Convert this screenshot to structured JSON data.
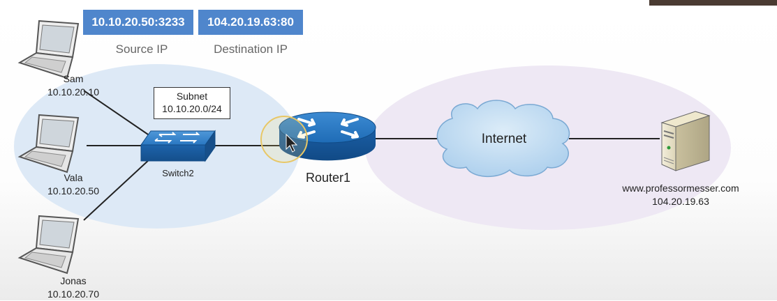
{
  "header": {
    "source_value": "10.10.20.50:3233",
    "source_caption": "Source IP",
    "destination_value": "104.20.19.63:80",
    "destination_caption": "Destination IP"
  },
  "subnet": {
    "title": "Subnet",
    "value": "10.10.20.0/24"
  },
  "hosts": [
    {
      "name": "Sam",
      "ip": "10.10.20.10"
    },
    {
      "name": "Vala",
      "ip": "10.10.20.50"
    },
    {
      "name": "Jonas",
      "ip": "10.10.20.70"
    }
  ],
  "switch": {
    "label": "Switch2"
  },
  "router": {
    "label": "Router1"
  },
  "cloud": {
    "label": "Internet"
  },
  "server": {
    "hostname": "www.professormesser.com",
    "ip": "104.20.19.63"
  },
  "colors": {
    "header_box": "#4f86cc",
    "lan_zone": "#dde9f6",
    "wan_zone": "#eee8f4",
    "device_blue": "#1f6fb8",
    "cloud_fill": "#b9d7f0"
  },
  "icons": {
    "laptop": "laptop-icon",
    "switch": "switch-icon",
    "router": "router-icon",
    "cloud": "cloud-icon",
    "server": "server-icon",
    "cursor": "mouse-pointer-icon"
  }
}
